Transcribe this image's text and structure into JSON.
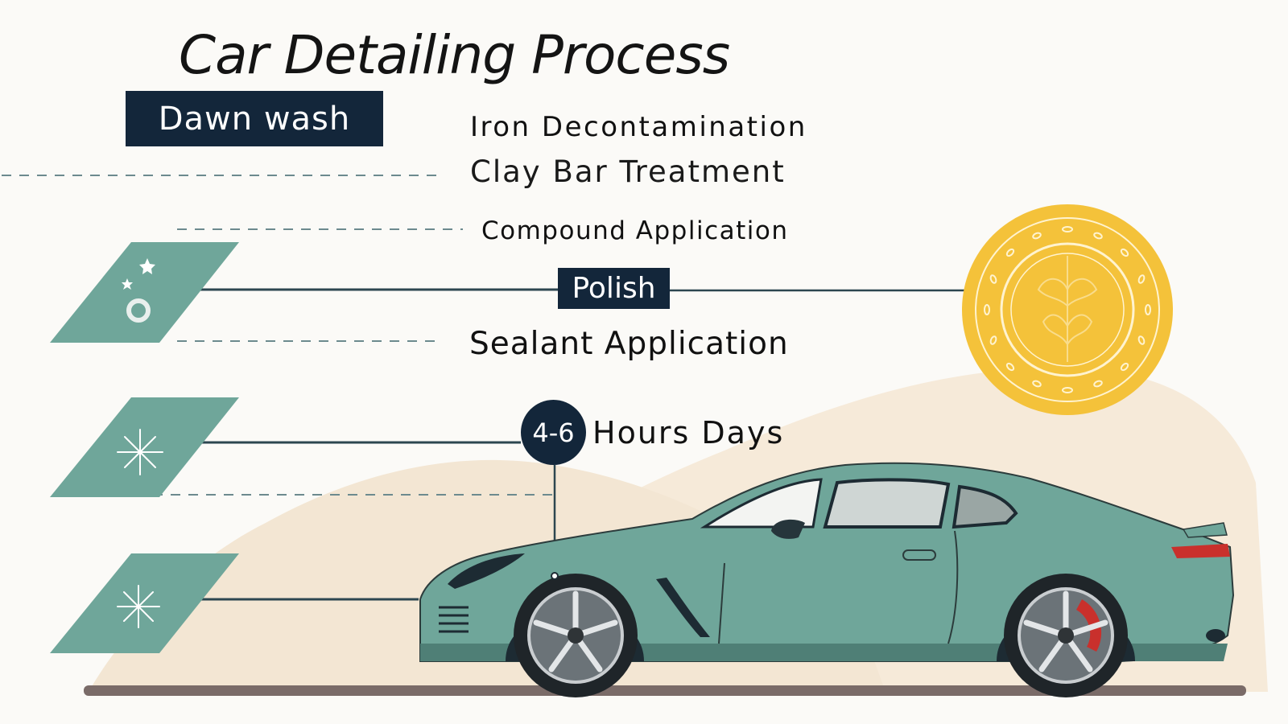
{
  "title": "Car Detailing Process",
  "steps": {
    "dawn_wash": "Dawn wash",
    "iron_decon": "Iron Decontamination",
    "clay_bar": "Clay Bar Treatment",
    "compound": "Compound Application",
    "polish": "Polish",
    "sealant": "Sealant Application"
  },
  "duration": {
    "value": "4-6",
    "units": "Hours Days"
  },
  "icons": [
    "stars-ring-icon",
    "sparkle-icon",
    "sparkle-icon"
  ],
  "colors": {
    "teal": "#6fa69a",
    "navy": "#13263a",
    "gold": "#f4c23a",
    "sand": "#f3e6d3",
    "brake_red": "#c9302c",
    "ground": "#7a6b68"
  }
}
